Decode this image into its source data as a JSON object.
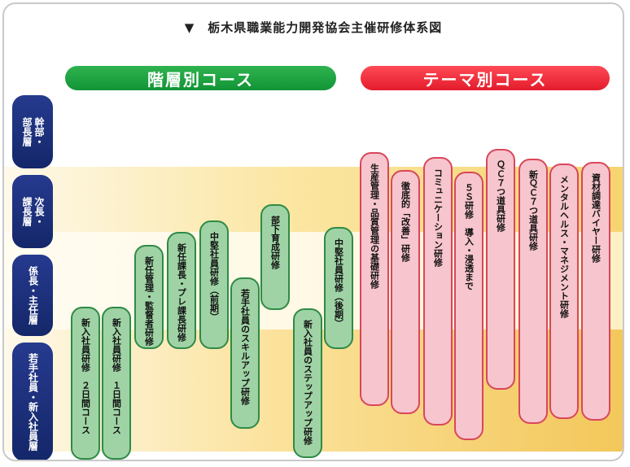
{
  "title": "▼　栃木県職業能力開発協会主催研修体系図",
  "categories": {
    "hierarchy": "階層別コース",
    "theme": "テーマ別コース"
  },
  "ranks": [
    {
      "col1": "幹部・",
      "col2": "部長層"
    },
    {
      "col1": "次長・",
      "col2": "課長層"
    },
    {
      "col1": "係長・主任層",
      "col2": ""
    },
    {
      "col1": "若手社員・新入社員層",
      "col2": ""
    }
  ],
  "hierarchy_courses": [
    "新入社員研修　２日間コース",
    "新入社員研修　１日間コース",
    "新任管理・監督者研修",
    "新任課長・プレ課長研修",
    "中堅社員研修（前期）",
    "若手社員のスキルアップ研修",
    "部下育成研修",
    "新入社員のステップアップ研修",
    "中堅社員研修（後期）"
  ],
  "theme_courses": [
    "生産管理・品質管理の基礎研修",
    "徹底的「改善」研修",
    "コミュニケーション研修",
    "５Ｓ研修　導入・浸透まで",
    "ＱＣ７つ道具研修",
    "新ＱＣ７つ道具研修",
    "メンタルヘルス・マネジメント研修",
    "資材調達バイヤー研修"
  ]
}
